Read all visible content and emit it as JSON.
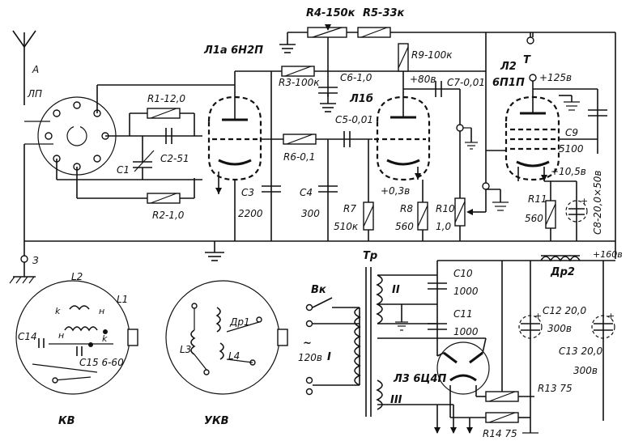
{
  "antenna": {
    "label": "А",
    "switch_label": "ЛП"
  },
  "ground_terminal": {
    "label": "З"
  },
  "tubes": {
    "l1a": "Л1а 6Н2П",
    "l1b": "Л1б",
    "l2_name": "Л2",
    "l2_type": "6П1П",
    "l3": "Л3 6Ц4П"
  },
  "resistors": {
    "r1": "R1-12,0",
    "r2": "R2-1,0",
    "r3": "R3-100к",
    "r4": "R4-150к",
    "r5": "R5-33к",
    "r6": "R6-0,1",
    "r7": "R7",
    "r7_val": "510к",
    "r8": "R8",
    "r8_val": "560",
    "r9": "R9-100к",
    "r10": "R10",
    "r10_val": "1,0",
    "r11": "R11",
    "r11_val": "560",
    "r13": "R13 75",
    "r14": "R14 75"
  },
  "capacitors": {
    "c1": "C1",
    "c2": "C2-51",
    "c3": "C3",
    "c3_val": "2200",
    "c4": "C4",
    "c4_val": "300",
    "c5": "C5-0,01",
    "c6": "C6-1,0",
    "c7": "C7-0,01",
    "c8": "C8-20,0×50в",
    "c9": "C9",
    "c9_val": "5100",
    "c10": "C10",
    "c10_val": "1000",
    "c11": "C11",
    "c11_val": "1000",
    "c12": "C12 20,0",
    "c12_val": "300в",
    "c13": "C13 20,0",
    "c13_val": "300в",
    "c14": "C14",
    "c15": "C15 6-60"
  },
  "voltages": {
    "v125": "+125в",
    "v80": "+80в",
    "v03": "+0,3в",
    "v105": "+10,5в",
    "v160": "+160в"
  },
  "misc": {
    "phones": "Т",
    "transformer": "Тр",
    "winding_1": "I",
    "winding_2": "II",
    "winding_3": "III",
    "switch": "Вк",
    "mains_symbol": "~",
    "mains_voltage": "120в",
    "choke": "Др2"
  },
  "coil_kv": {
    "title": "КВ",
    "l1": "L1",
    "l2": "L2",
    "k1": "k",
    "k2": "k",
    "h1": "н",
    "h2": "н"
  },
  "coil_ukv": {
    "title": "УКВ",
    "l3": "L3",
    "l4": "L4",
    "dr1": "Др1"
  }
}
